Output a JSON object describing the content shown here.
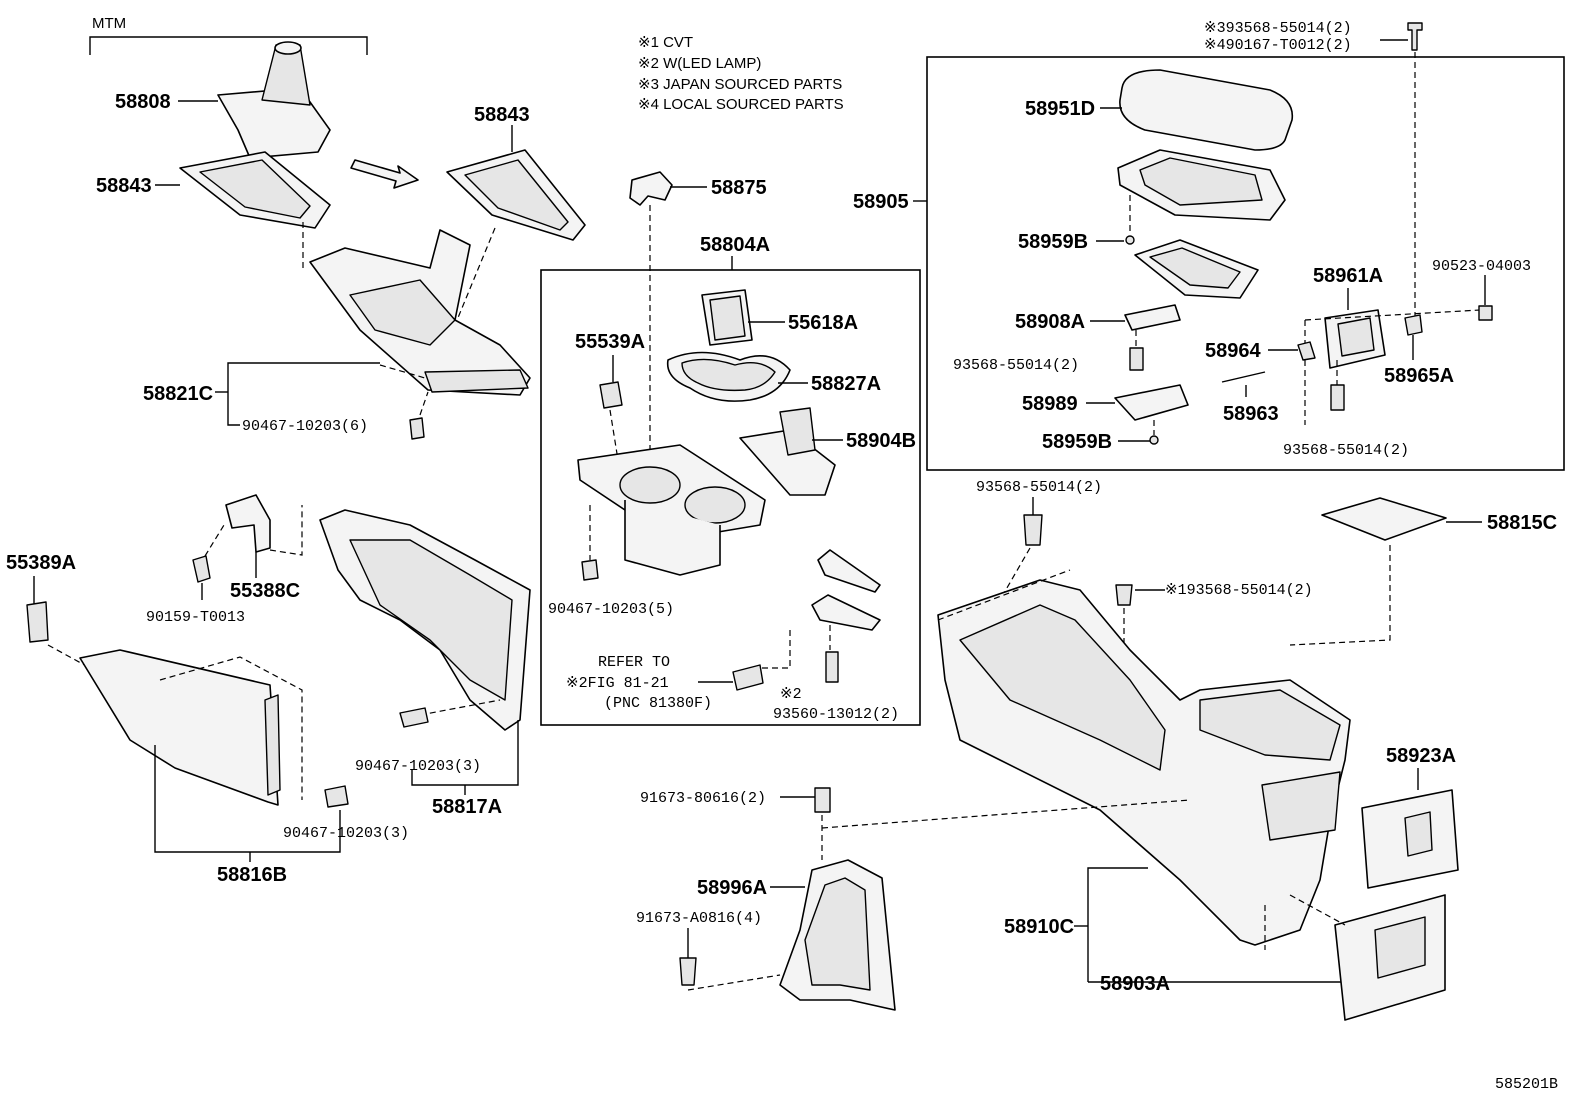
{
  "notes": [
    "※1 CVT",
    "※2 W(LED LAMP)",
    "※3 JAPAN SOURCED PARTS",
    "※4 LOCAL SOURCED PARTS"
  ],
  "group_label": "MTM",
  "diagram_id": "585201B",
  "refer": {
    "line1": "REFER TO",
    "line2": "※2FIG 81-21",
    "line3": "(PNC 81380F)"
  },
  "parts": {
    "p58808": "58808",
    "p58843a": "58843",
    "p58843b": "58843",
    "p58821C": "58821C",
    "f90467_6": "90467-10203(6)",
    "p58875": "58875",
    "p58804A": "58804A",
    "p55618A": "55618A",
    "p55539A": "55539A",
    "p58827A": "58827A",
    "p58904B": "58904B",
    "f90467_5": "90467-10203(5)",
    "f93560": "93560-13012(2)",
    "f93560_mark": "※2",
    "p58905": "58905",
    "p58951D": "58951D",
    "p58959B_a": "58959B",
    "p58908A": "58908A",
    "f93568_a": "93568-55014(2)",
    "p58989": "58989",
    "p58959B_b": "58959B",
    "p58961A": "58961A",
    "p58964": "58964",
    "p58963": "58963",
    "p58965A": "58965A",
    "f90523": "90523-04003",
    "f93568_b": "93568-55014(2)",
    "f93568_top3": "※393568-55014(2)",
    "f90167_top4": "※490167-T0012(2)",
    "f93568_c": "93568-55014(2)",
    "f193568": "※193568-55014(2)",
    "p58815C": "58815C",
    "p55389A": "55389A",
    "p55388C": "55388C",
    "f90159": "90159-T0013",
    "f90467_3a": "90467-10203(3)",
    "p58817A": "58817A",
    "f90467_3b": "90467-10203(3)",
    "p58816B": "58816B",
    "f91673_8": "91673-80616(2)",
    "p58996A": "58996A",
    "f91673_A": "91673-A0816(4)",
    "p58923A": "58923A",
    "p58910C": "58910C",
    "p58903A": "58903A"
  }
}
